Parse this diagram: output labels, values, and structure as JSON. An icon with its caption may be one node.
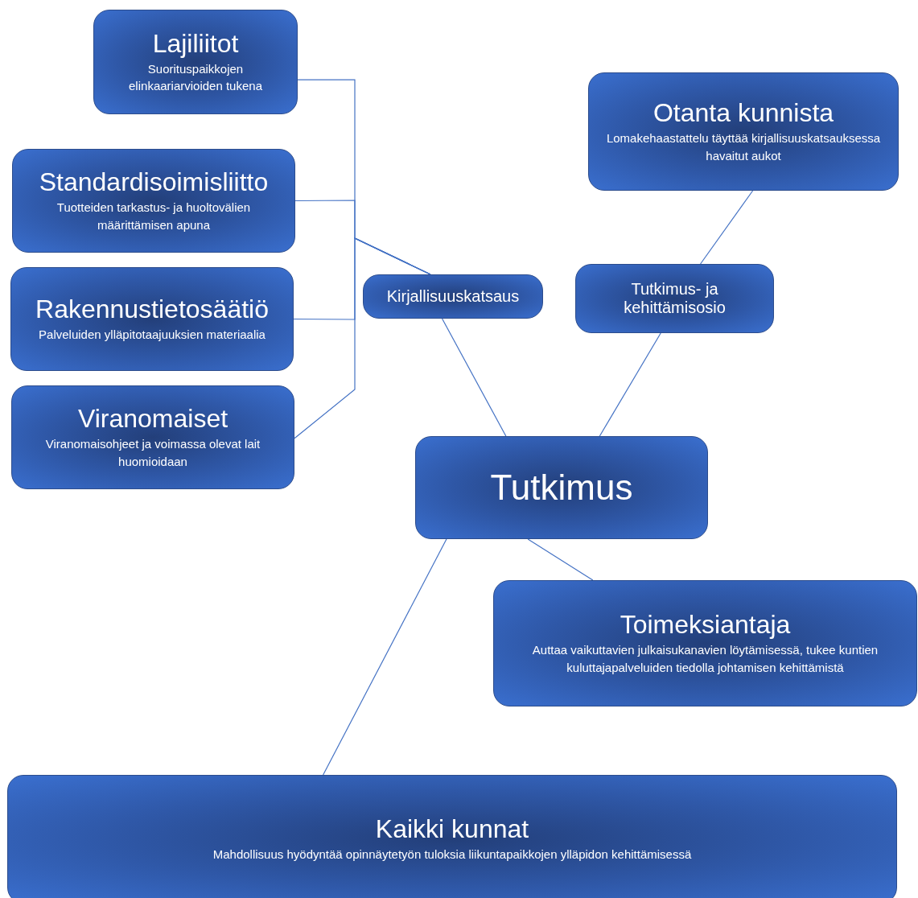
{
  "diagram": {
    "nodes": [
      {
        "text": [
          "Lajiliitot",
          "Suorituspaikkojen elinkaariarvioiden tukena"
        ]
      },
      {
        "text": [
          "Standardisoimisliitto",
          "Tuotteiden tarkastus- ja huoltovälien määrittämisen apuna"
        ]
      },
      {
        "text": [
          "Rakennustietosäätiö",
          "Palveluiden ylläpitotaajuuksien materiaalia"
        ]
      },
      {
        "text": [
          "Viranomaiset",
          "Viranomaisohjeet ja voimassa olevat lait huomioidaan"
        ]
      },
      {
        "text": [
          "Kirjallisuuskatsaus"
        ]
      },
      {
        "text": [
          "Otanta kunnista",
          "Lomakehaastattelu täyttää kirjallisuuskatsauksessa havaitut aukot"
        ]
      },
      {
        "text": [
          "Tutkimus- ja kehittämisosio"
        ]
      },
      {
        "text": [
          "Tutkimus"
        ]
      },
      {
        "text": [
          "Toimeksiantaja",
          "Auttaa vaikuttavien julkaisukanavien löytämisessä, tukee kuntien kuluttajapalveluiden tiedolla johtamisen kehittämistä"
        ]
      },
      {
        "text": [
          "Kaikki kunnat",
          "Mahdollisuus hyödyntää opinnäytetyön tuloksia liikuntapaikkojen ylläpidon kehittämisessä"
        ]
      }
    ],
    "edges": [
      {
        "from": 0,
        "to": 4,
        "arrow": "none"
      },
      {
        "from": 1,
        "to": 4,
        "arrow": "none"
      },
      {
        "from": 2,
        "to": 4,
        "arrow": "none"
      },
      {
        "from": 3,
        "to": 4,
        "arrow": "none"
      },
      {
        "from": 4,
        "to": 7,
        "arrow": "none"
      },
      {
        "from": 5,
        "to": 6,
        "arrow": "none"
      },
      {
        "from": 6,
        "to": 7,
        "arrow": "none"
      },
      {
        "from": 7,
        "to": 8,
        "arrow": "none"
      },
      {
        "from": 7,
        "to": 9,
        "arrow": "none"
      }
    ]
  }
}
